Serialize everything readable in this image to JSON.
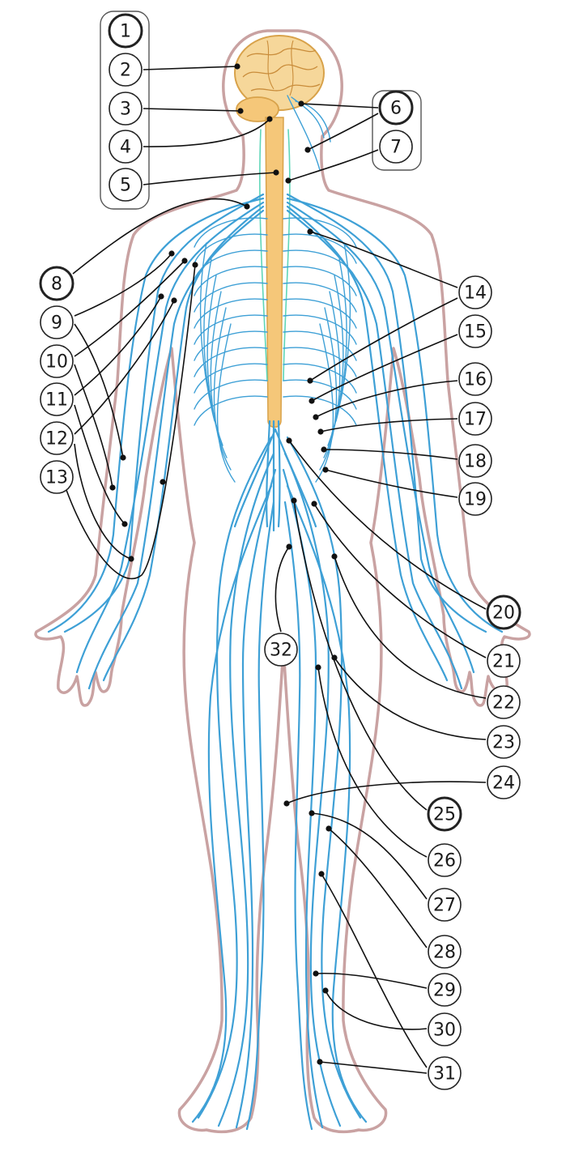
{
  "diagram": {
    "labels": [
      "1",
      "2",
      "3",
      "4",
      "5",
      "6",
      "7",
      "8",
      "9",
      "10",
      "11",
      "12",
      "13",
      "14",
      "15",
      "16",
      "17",
      "18",
      "19",
      "20",
      "21",
      "22",
      "23",
      "24",
      "25",
      "26",
      "27",
      "28",
      "29",
      "30",
      "31",
      "32"
    ],
    "colors": {
      "nerve": "#3ea0d6",
      "brain": "#f6d79a",
      "spinal_cord": "#f5c779",
      "sympathetic_trunk": "#5fd6b8",
      "body_outline": "#c9a2a2",
      "leader": "#111111"
    }
  }
}
